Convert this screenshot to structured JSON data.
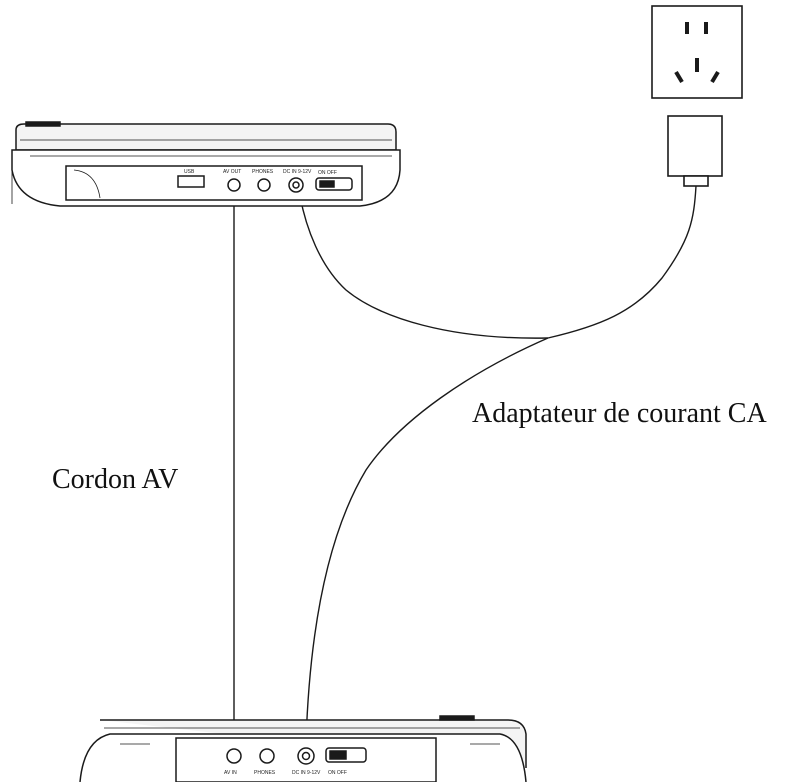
{
  "labels": {
    "adapter": "Adaptateur de courant CA",
    "av_cord": "Cordon AV"
  },
  "top_device_ports": {
    "usb": "USB",
    "av_out": "AV OUT",
    "phones": "PHONES",
    "dc_in": "DC IN 9-12V",
    "switch": "ON  OFF"
  },
  "bottom_device_ports": {
    "av_in": "AV IN",
    "phones": "PHONES",
    "dc_in": "DC IN 9-12V",
    "switch": "ON  OFF"
  },
  "colors": {
    "stroke": "#1a1a1a",
    "background": "#ffffff"
  }
}
